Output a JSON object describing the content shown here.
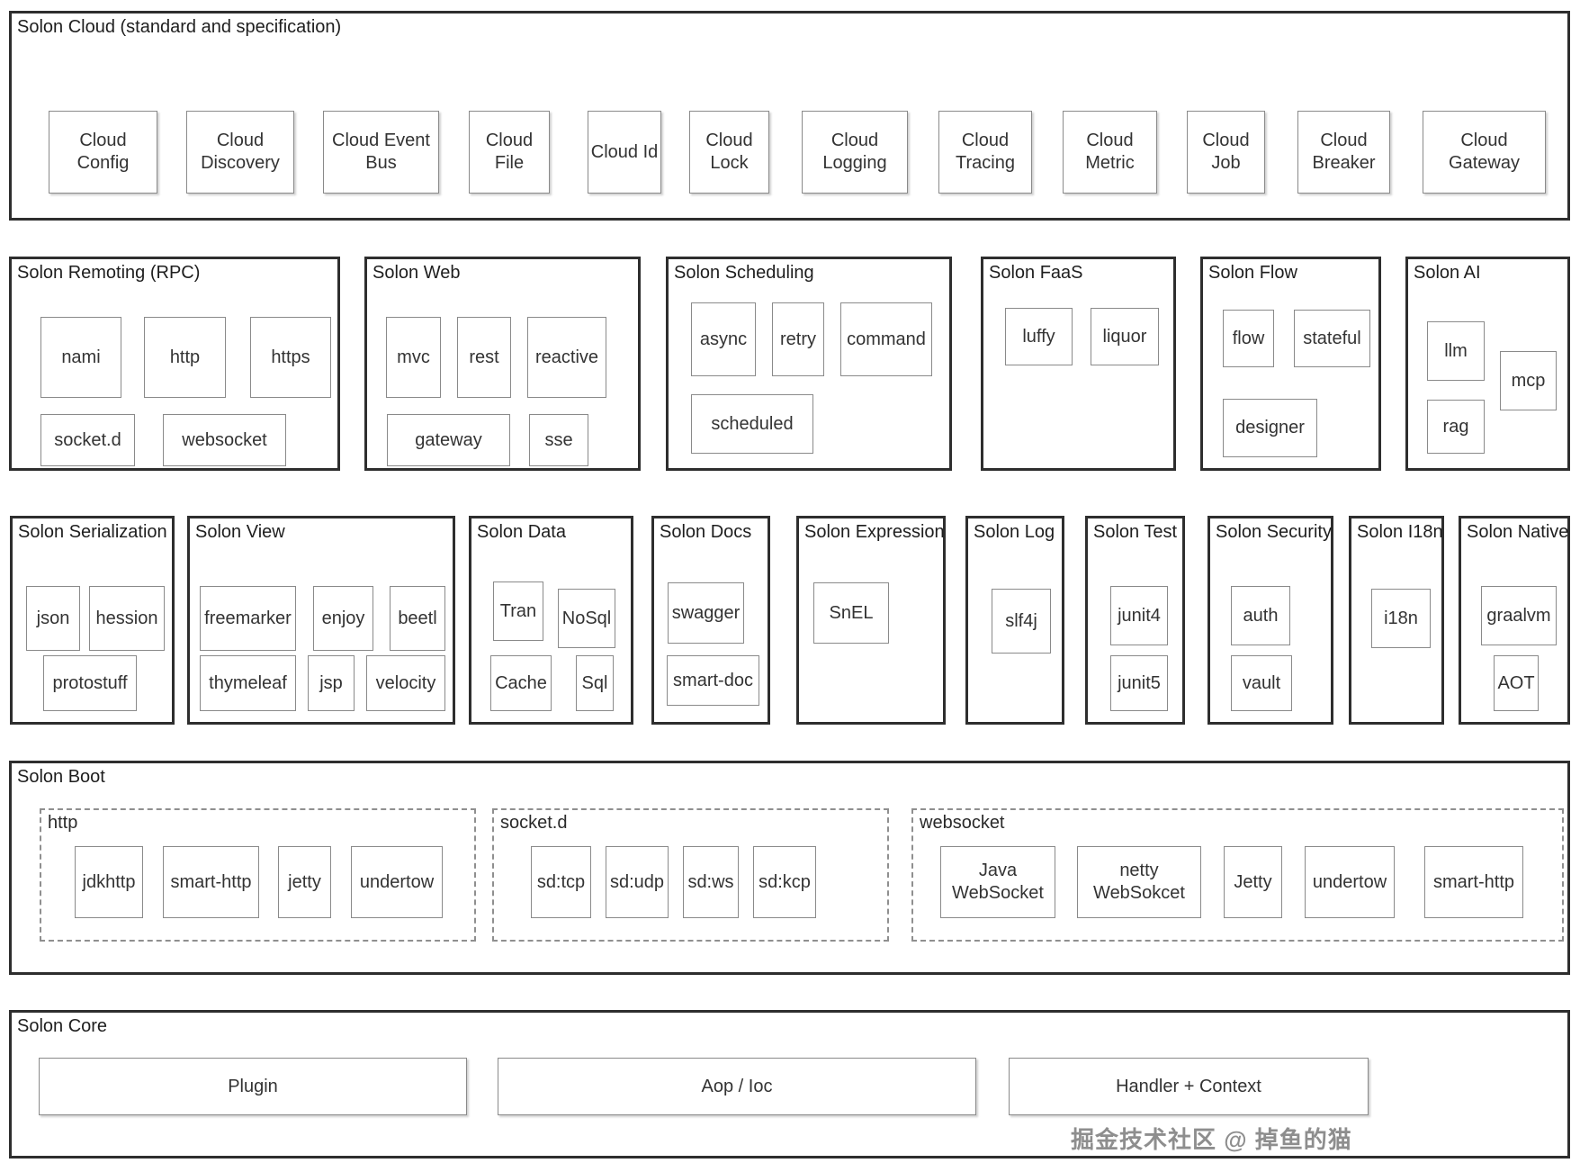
{
  "colors": {
    "section_border": "#2e2e2e",
    "node_border": "#8a8a8a",
    "text": "#333333",
    "watermark": "#8e8e8e",
    "background": "#ffffff"
  },
  "watermark": "掘金技术社区 @ 掉鱼的猫",
  "solon_cloud": {
    "title": "Solon Cloud (standard and specification)",
    "items": [
      "Cloud Config",
      "Cloud Discovery",
      "Cloud Event Bus",
      "Cloud File",
      "Cloud Id",
      "Cloud Lock",
      "Cloud Logging",
      "Cloud Tracing",
      "Cloud Metric",
      "Cloud Job",
      "Cloud Breaker",
      "Cloud Gateway"
    ]
  },
  "remoting": {
    "title": "Solon Remoting (RPC)",
    "items": [
      "nami",
      "http",
      "https",
      "socket.d",
      "websocket"
    ]
  },
  "web": {
    "title": "Solon Web",
    "items": [
      "mvc",
      "rest",
      "reactive",
      "gateway",
      "sse"
    ]
  },
  "scheduling": {
    "title": "Solon Scheduling",
    "items": [
      "async",
      "retry",
      "command",
      "scheduled"
    ]
  },
  "faas": {
    "title": "Solon FaaS",
    "items": [
      "luffy",
      "liquor"
    ]
  },
  "flow": {
    "title": "Solon Flow",
    "items": [
      "flow",
      "stateful",
      "designer"
    ]
  },
  "ai": {
    "title": "Solon AI",
    "items": [
      "llm",
      "mcp",
      "rag"
    ]
  },
  "serialization": {
    "title": "Solon Serialization",
    "items": [
      "json",
      "hession",
      "protostuff"
    ]
  },
  "view": {
    "title": "Solon View",
    "items": [
      "freemarker",
      "enjoy",
      "beetl",
      "thymeleaf",
      "jsp",
      "velocity"
    ]
  },
  "data": {
    "title": "Solon Data",
    "items": [
      "Tran",
      "NoSql",
      "Cache",
      "Sql"
    ]
  },
  "docs": {
    "title": "Solon Docs",
    "items": [
      "swagger",
      "smart-doc"
    ]
  },
  "expression": {
    "title": "Solon Expression",
    "items": [
      "SnEL"
    ]
  },
  "log": {
    "title": "Solon Log",
    "items": [
      "slf4j"
    ]
  },
  "test": {
    "title": "Solon Test",
    "items": [
      "junit4",
      "junit5"
    ]
  },
  "security": {
    "title": "Solon Security",
    "items": [
      "auth",
      "vault"
    ]
  },
  "i18n": {
    "title": "Solon I18n",
    "items": [
      "i18n"
    ]
  },
  "native": {
    "title": "Solon Native",
    "items": [
      "graalvm",
      "AOT"
    ]
  },
  "boot": {
    "title": "Solon Boot",
    "http": {
      "label": "http",
      "items": [
        "jdkhttp",
        "smart-http",
        "jetty",
        "undertow"
      ]
    },
    "socketd": {
      "label": "socket.d",
      "items": [
        "sd:tcp",
        "sd:udp",
        "sd:ws",
        "sd:kcp"
      ]
    },
    "websocket": {
      "label": "websocket",
      "items": [
        "Java WebSocket",
        "netty WebSokcet",
        "Jetty",
        "undertow",
        "smart-http"
      ]
    }
  },
  "core": {
    "title": "Solon Core",
    "items": [
      "Plugin",
      "Aop / Ioc",
      "Handler + Context"
    ]
  }
}
